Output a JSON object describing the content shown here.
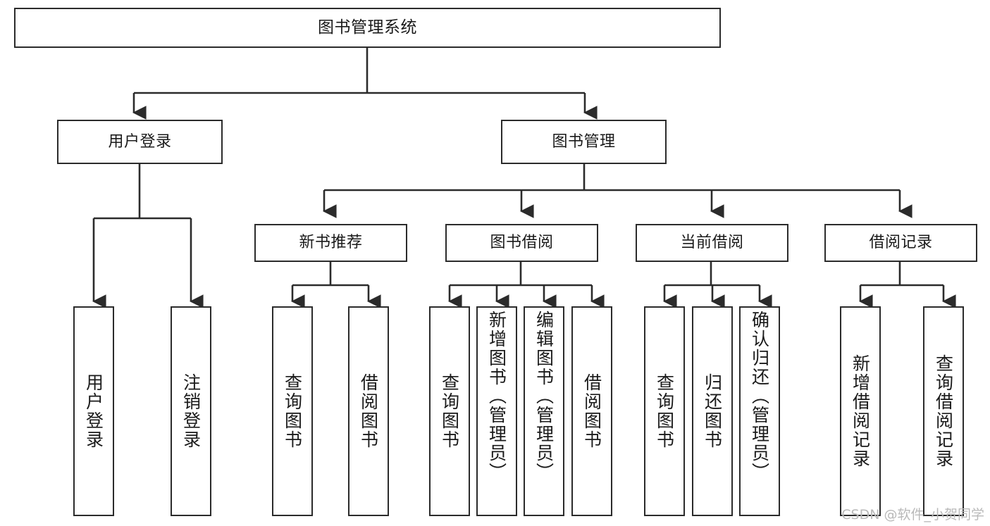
{
  "diagram": {
    "type": "tree-hierarchy-chart",
    "title": "图书管理系统",
    "stroke_color": "#2b2b2b",
    "background_color": "#ffffff",
    "text_color": "#1a1a1a",
    "levels": [
      {
        "level": 1,
        "nodes": [
          {
            "id": "root",
            "label": "图书管理系统"
          }
        ]
      },
      {
        "level": 2,
        "nodes": [
          {
            "id": "n-login",
            "label": "用户登录"
          },
          {
            "id": "n-bookmgmt",
            "label": "图书管理"
          }
        ]
      },
      {
        "level": 3,
        "nodes": [
          {
            "id": "n-newbook",
            "label": "新书推荐"
          },
          {
            "id": "n-borrow",
            "label": "图书借阅"
          },
          {
            "id": "n-current",
            "label": "当前借阅"
          },
          {
            "id": "n-record",
            "label": "借阅记录"
          }
        ]
      },
      {
        "level": 4,
        "groups": [
          {
            "parent": "n-login",
            "leaves": [
              {
                "id": "l-1-1",
                "label": "用户登录"
              },
              {
                "id": "l-1-2",
                "label": "注销登录"
              }
            ]
          },
          {
            "parent": "n-newbook",
            "leaves": [
              {
                "id": "l-2-1",
                "label": "查询图书"
              },
              {
                "id": "l-2-2",
                "label": "借阅图书"
              }
            ]
          },
          {
            "parent": "n-borrow",
            "leaves": [
              {
                "id": "l-3-1",
                "label": "查询图书"
              },
              {
                "id": "l-3-2",
                "label": "新增图书（管理员）"
              },
              {
                "id": "l-3-3",
                "label": "编辑图书（管理员）"
              },
              {
                "id": "l-3-4",
                "label": "借阅图书"
              }
            ]
          },
          {
            "parent": "n-current",
            "leaves": [
              {
                "id": "l-4-1",
                "label": "查询图书"
              },
              {
                "id": "l-4-2",
                "label": "归还图书"
              },
              {
                "id": "l-4-3",
                "label": "确认归还（管理员）"
              }
            ]
          },
          {
            "parent": "n-record",
            "leaves": [
              {
                "id": "l-5-1",
                "label": "新增借阅记录"
              },
              {
                "id": "l-5-2",
                "label": "查询借阅记录"
              }
            ]
          }
        ]
      }
    ]
  },
  "watermark": {
    "text": "CSDN @软件_小贺同学",
    "color": "#b9b9b9"
  }
}
